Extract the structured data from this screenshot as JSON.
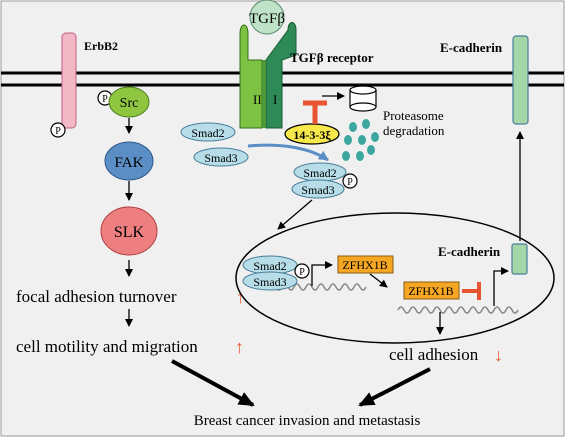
{
  "diagram": {
    "colors": {
      "background": "#f0f0f0",
      "membrane": "#000000",
      "erbb2": "#f2b8c6",
      "src": "#8ec63f",
      "fak": "#5b8ec4",
      "slk": "#ee7f80",
      "smad": "#b7dde8",
      "receptor_dark": "#2e8b57",
      "receptor_light": "#7dc242",
      "tgfb": "#bfe3c9",
      "ecadherin": "#a5d6a7",
      "ptag": "#f7e84b",
      "zfhx1b": "#f5a623",
      "inhibit": "#e8542f",
      "up_arrow": "#e8542f",
      "proteasome": "#3ca79f"
    },
    "labels": {
      "erbb2": "ErbB2",
      "src": "Src",
      "fak": "FAK",
      "slk": "SLK",
      "tgfb": "TGFβ",
      "tgfb_receptor": "TGFβ receptor",
      "receptor_ii": "II",
      "receptor_i": "I",
      "fourteen_three_three": "14-3-3ξ",
      "proteasome_line1": "Proteasome",
      "proteasome_line2": "degradation",
      "smad2": "Smad2",
      "smad3": "Smad3",
      "ecadherin_top": "E-cadherin",
      "ecadherin_nuc": "E-cadherin",
      "zfhx1b": "ZFHX1B",
      "phospho": "P",
      "focal": "focal adhesion turnover",
      "motility": "cell motility and migration",
      "adhesion": "cell adhesion",
      "breast": "Breast cancer invasion and metastasis",
      "up": "↑",
      "down": "↓"
    }
  }
}
